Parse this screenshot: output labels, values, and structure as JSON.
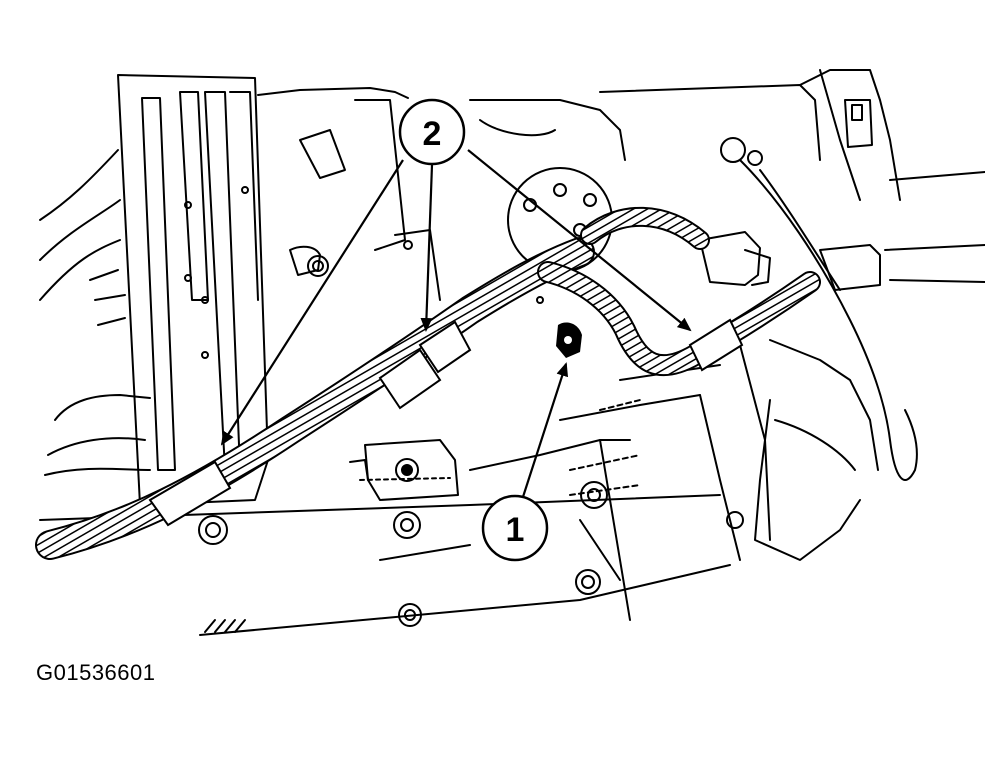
{
  "callouts": {
    "one": {
      "label": "1"
    },
    "two": {
      "label": "2"
    }
  },
  "figure_id": "G01536601",
  "colors": {
    "line": "#000000",
    "paper": "#ffffff"
  }
}
